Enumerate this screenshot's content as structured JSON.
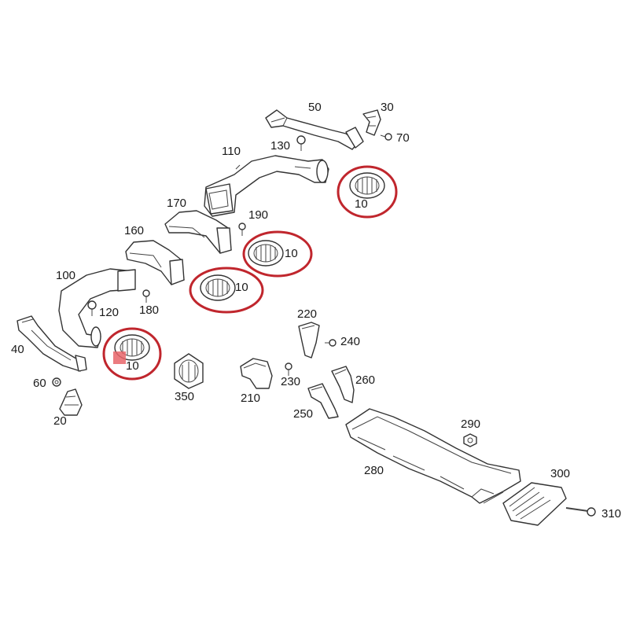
{
  "colors": {
    "highlight_ring": "#c0262d",
    "marker": "#e8656a",
    "line": "#333333",
    "background": "#ffffff"
  },
  "labels": {
    "p10": "10",
    "p20": "20",
    "p30": "30",
    "p40": "40",
    "p50": "50",
    "p60": "60",
    "p70": "70",
    "p100": "100",
    "p110": "110",
    "p120": "120",
    "p130": "130",
    "p160": "160",
    "p170": "170",
    "p180": "180",
    "p190": "190",
    "p210": "210",
    "p220": "220",
    "p230": "230",
    "p240": "240",
    "p250": "250",
    "p260": "260",
    "p280": "280",
    "p290": "290",
    "p300": "300",
    "p310": "310",
    "p350": "350"
  }
}
